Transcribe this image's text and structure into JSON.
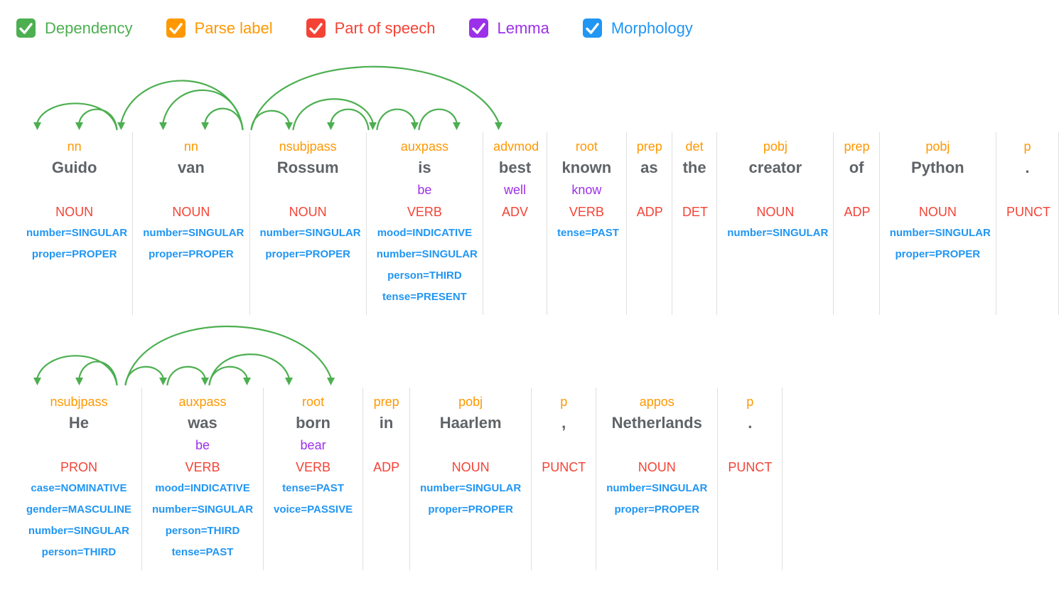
{
  "colors": {
    "dependency": "#4CAF50",
    "parse_label": "#FF9800",
    "part_of_speech": "#F44336",
    "lemma": "#9C30E9",
    "morphology": "#2196F3",
    "word": "#5F6368",
    "divider": "#E0E0E0"
  },
  "legend": {
    "items": [
      {
        "id": "dependency",
        "label": "Dependency",
        "color": "#4CAF50",
        "checked": true
      },
      {
        "id": "parse-label",
        "label": "Parse label",
        "color": "#FF9800",
        "checked": true
      },
      {
        "id": "part-of-speech",
        "label": "Part of speech",
        "color": "#F44336",
        "checked": true
      },
      {
        "id": "lemma",
        "label": "Lemma",
        "color": "#9C30E9",
        "checked": true
      },
      {
        "id": "morphology",
        "label": "Morphology",
        "color": "#2196F3",
        "checked": true
      }
    ]
  },
  "sentences": [
    {
      "name": "sentence-1",
      "arc_area_height": 102,
      "tokens": [
        {
          "label": "nn",
          "word": "Guido",
          "lemma": "",
          "pos": "NOUN",
          "morph": [
            "number=SINGULAR",
            "proper=PROPER"
          ]
        },
        {
          "label": "nn",
          "word": "van",
          "lemma": "",
          "pos": "NOUN",
          "morph": [
            "number=SINGULAR",
            "proper=PROPER"
          ]
        },
        {
          "label": "nsubjpass",
          "word": "Rossum",
          "lemma": "",
          "pos": "NOUN",
          "morph": [
            "number=SINGULAR",
            "proper=PROPER"
          ]
        },
        {
          "label": "auxpass",
          "word": "is",
          "lemma": "be",
          "pos": "VERB",
          "morph": [
            "mood=INDICATIVE",
            "number=SINGULAR",
            "person=THIRD",
            "tense=PRESENT"
          ]
        },
        {
          "label": "advmod",
          "word": "best",
          "lemma": "well",
          "pos": "ADV",
          "morph": []
        },
        {
          "label": "root",
          "word": "known",
          "lemma": "know",
          "pos": "VERB",
          "morph": [
            "tense=PAST"
          ]
        },
        {
          "label": "prep",
          "word": "as",
          "lemma": "",
          "pos": "ADP",
          "morph": []
        },
        {
          "label": "det",
          "word": "the",
          "lemma": "",
          "pos": "DET",
          "morph": []
        },
        {
          "label": "pobj",
          "word": "creator",
          "lemma": "",
          "pos": "NOUN",
          "morph": [
            "number=SINGULAR"
          ]
        },
        {
          "label": "prep",
          "word": "of",
          "lemma": "",
          "pos": "ADP",
          "morph": []
        },
        {
          "label": "pobj",
          "word": "Python",
          "lemma": "",
          "pos": "NOUN",
          "morph": [
            "number=SINGULAR",
            "proper=PROPER"
          ]
        },
        {
          "label": "p",
          "word": ".",
          "lemma": "",
          "pos": "PUNCT",
          "morph": []
        }
      ],
      "arcs": [
        {
          "head": 2,
          "dep": 0,
          "h": 34
        },
        {
          "head": 2,
          "dep": 1,
          "h": 26
        },
        {
          "head": 5,
          "dep": 2,
          "h": 65
        },
        {
          "head": 5,
          "dep": 3,
          "h": 52
        },
        {
          "head": 5,
          "dep": 4,
          "h": 27
        },
        {
          "head": 5,
          "dep": 6,
          "h": 24
        },
        {
          "head": 6,
          "dep": 8,
          "h": 40
        },
        {
          "head": 8,
          "dep": 7,
          "h": 26
        },
        {
          "head": 8,
          "dep": 9,
          "h": 26
        },
        {
          "head": 9,
          "dep": 10,
          "h": 26
        },
        {
          "head": 5,
          "dep": 11,
          "h": 84
        }
      ]
    },
    {
      "name": "sentence-2",
      "arc_area_height": 88,
      "tokens": [
        {
          "label": "nsubjpass",
          "word": "He",
          "lemma": "",
          "pos": "PRON",
          "morph": [
            "case=NOMINATIVE",
            "gender=MASCULINE",
            "number=SINGULAR",
            "person=THIRD"
          ]
        },
        {
          "label": "auxpass",
          "word": "was",
          "lemma": "be",
          "pos": "VERB",
          "morph": [
            "mood=INDICATIVE",
            "number=SINGULAR",
            "person=THIRD",
            "tense=PAST"
          ]
        },
        {
          "label": "root",
          "word": "born",
          "lemma": "bear",
          "pos": "VERB",
          "morph": [
            "tense=PAST",
            "voice=PASSIVE"
          ]
        },
        {
          "label": "prep",
          "word": "in",
          "lemma": "",
          "pos": "ADP",
          "morph": []
        },
        {
          "label": "pobj",
          "word": "Haarlem",
          "lemma": "",
          "pos": "NOUN",
          "morph": [
            "number=SINGULAR",
            "proper=PROPER"
          ]
        },
        {
          "label": "p",
          "word": ",",
          "lemma": "",
          "pos": "PUNCT",
          "morph": []
        },
        {
          "label": "appos",
          "word": "Netherlands",
          "lemma": "",
          "pos": "NOUN",
          "morph": [
            "number=SINGULAR",
            "proper=PROPER"
          ]
        },
        {
          "label": "p",
          "word": ".",
          "lemma": "",
          "pos": "PUNCT",
          "morph": []
        }
      ],
      "arcs": [
        {
          "head": 2,
          "dep": 0,
          "h": 38
        },
        {
          "head": 2,
          "dep": 1,
          "h": 30
        },
        {
          "head": 2,
          "dep": 3,
          "h": 23
        },
        {
          "head": 3,
          "dep": 4,
          "h": 23
        },
        {
          "head": 4,
          "dep": 5,
          "h": 23
        },
        {
          "head": 4,
          "dep": 6,
          "h": 40
        },
        {
          "head": 2,
          "dep": 7,
          "h": 78
        }
      ]
    }
  ]
}
